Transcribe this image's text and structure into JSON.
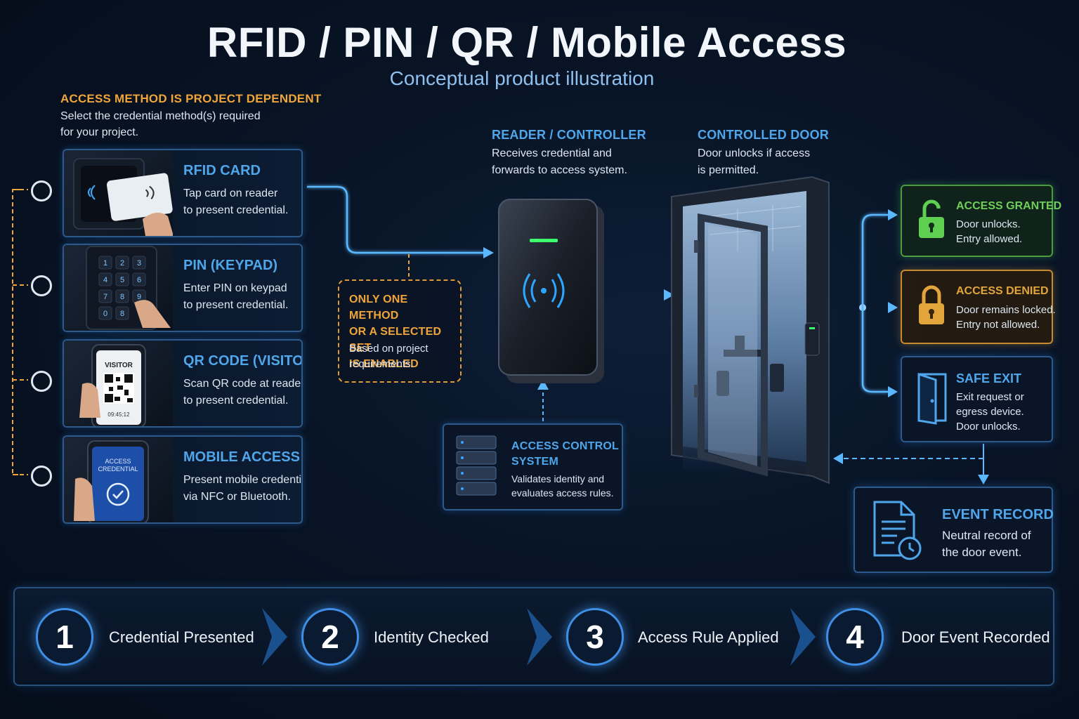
{
  "header": {
    "title": "RFID / PIN / QR / Mobile Access",
    "subtitle": "Conceptual product illustration"
  },
  "method_intro": {
    "heading": "ACCESS METHOD IS PROJECT DEPENDENT",
    "line1": "Select the credential method(s) required",
    "line2": "for your project."
  },
  "methods": [
    {
      "title": "RFID CARD",
      "line1": "Tap card on reader",
      "line2": "to present credential."
    },
    {
      "title": "PIN (KEYPAD)",
      "line1": "Enter PIN on keypad",
      "line2": "to present credential."
    },
    {
      "title": "QR CODE (VISITOR)",
      "line1": "Scan QR code at reader",
      "line2": "to present credential.",
      "phone_label": "VISITOR",
      "phone_time": "09:45:12"
    },
    {
      "title": "MOBILE ACCESS",
      "line1": "Present mobile credential",
      "line2": "via NFC or Bluetooth.",
      "phone_label1": "ACCESS",
      "phone_label2": "CREDENTIAL"
    }
  ],
  "keypad_digits": [
    "1",
    "2",
    "3",
    "4",
    "5",
    "6",
    "7",
    "8",
    "9",
    "0",
    "8"
  ],
  "note": {
    "line1": "ONLY ONE METHOD",
    "line2": "OR A SELECTED SET",
    "line3": "IS ENABLED",
    "body1": "Based on project",
    "body2": "requirements."
  },
  "reader": {
    "heading": "READER / CONTROLLER",
    "line1": "Receives credential and",
    "line2": "forwards to access system."
  },
  "acs": {
    "line1": "ACCESS CONTROL",
    "line2": "SYSTEM",
    "body1": "Validates identity and",
    "body2": "evaluates access rules."
  },
  "door": {
    "heading": "CONTROLLED DOOR",
    "line1": "Door unlocks if access",
    "line2": "is permitted."
  },
  "outcomes": {
    "granted": {
      "title": "ACCESS GRANTED",
      "line1": "Door unlocks.",
      "line2": "Entry allowed."
    },
    "denied": {
      "title": "ACCESS DENIED",
      "line1": "Door remains locked.",
      "line2": "Entry not allowed."
    },
    "exit": {
      "title": "SAFE EXIT",
      "line1": "Exit request or",
      "line2": "egress device.",
      "line3": "Door unlocks."
    }
  },
  "event": {
    "title": "EVENT RECORD",
    "line1": "Neutral record of",
    "line2": "the door event."
  },
  "steps": [
    {
      "num": "1",
      "label": "Credential Presented"
    },
    {
      "num": "2",
      "label": "Identity Checked"
    },
    {
      "num": "3",
      "label": "Access Rule Applied"
    },
    {
      "num": "4",
      "label": "Door Event Recorded"
    }
  ],
  "colors": {
    "accent_blue": "#4fa6ea",
    "orange": "#f0a53a",
    "granted_green": "#6fcf5a",
    "denied_amber": "#e2a53c"
  }
}
